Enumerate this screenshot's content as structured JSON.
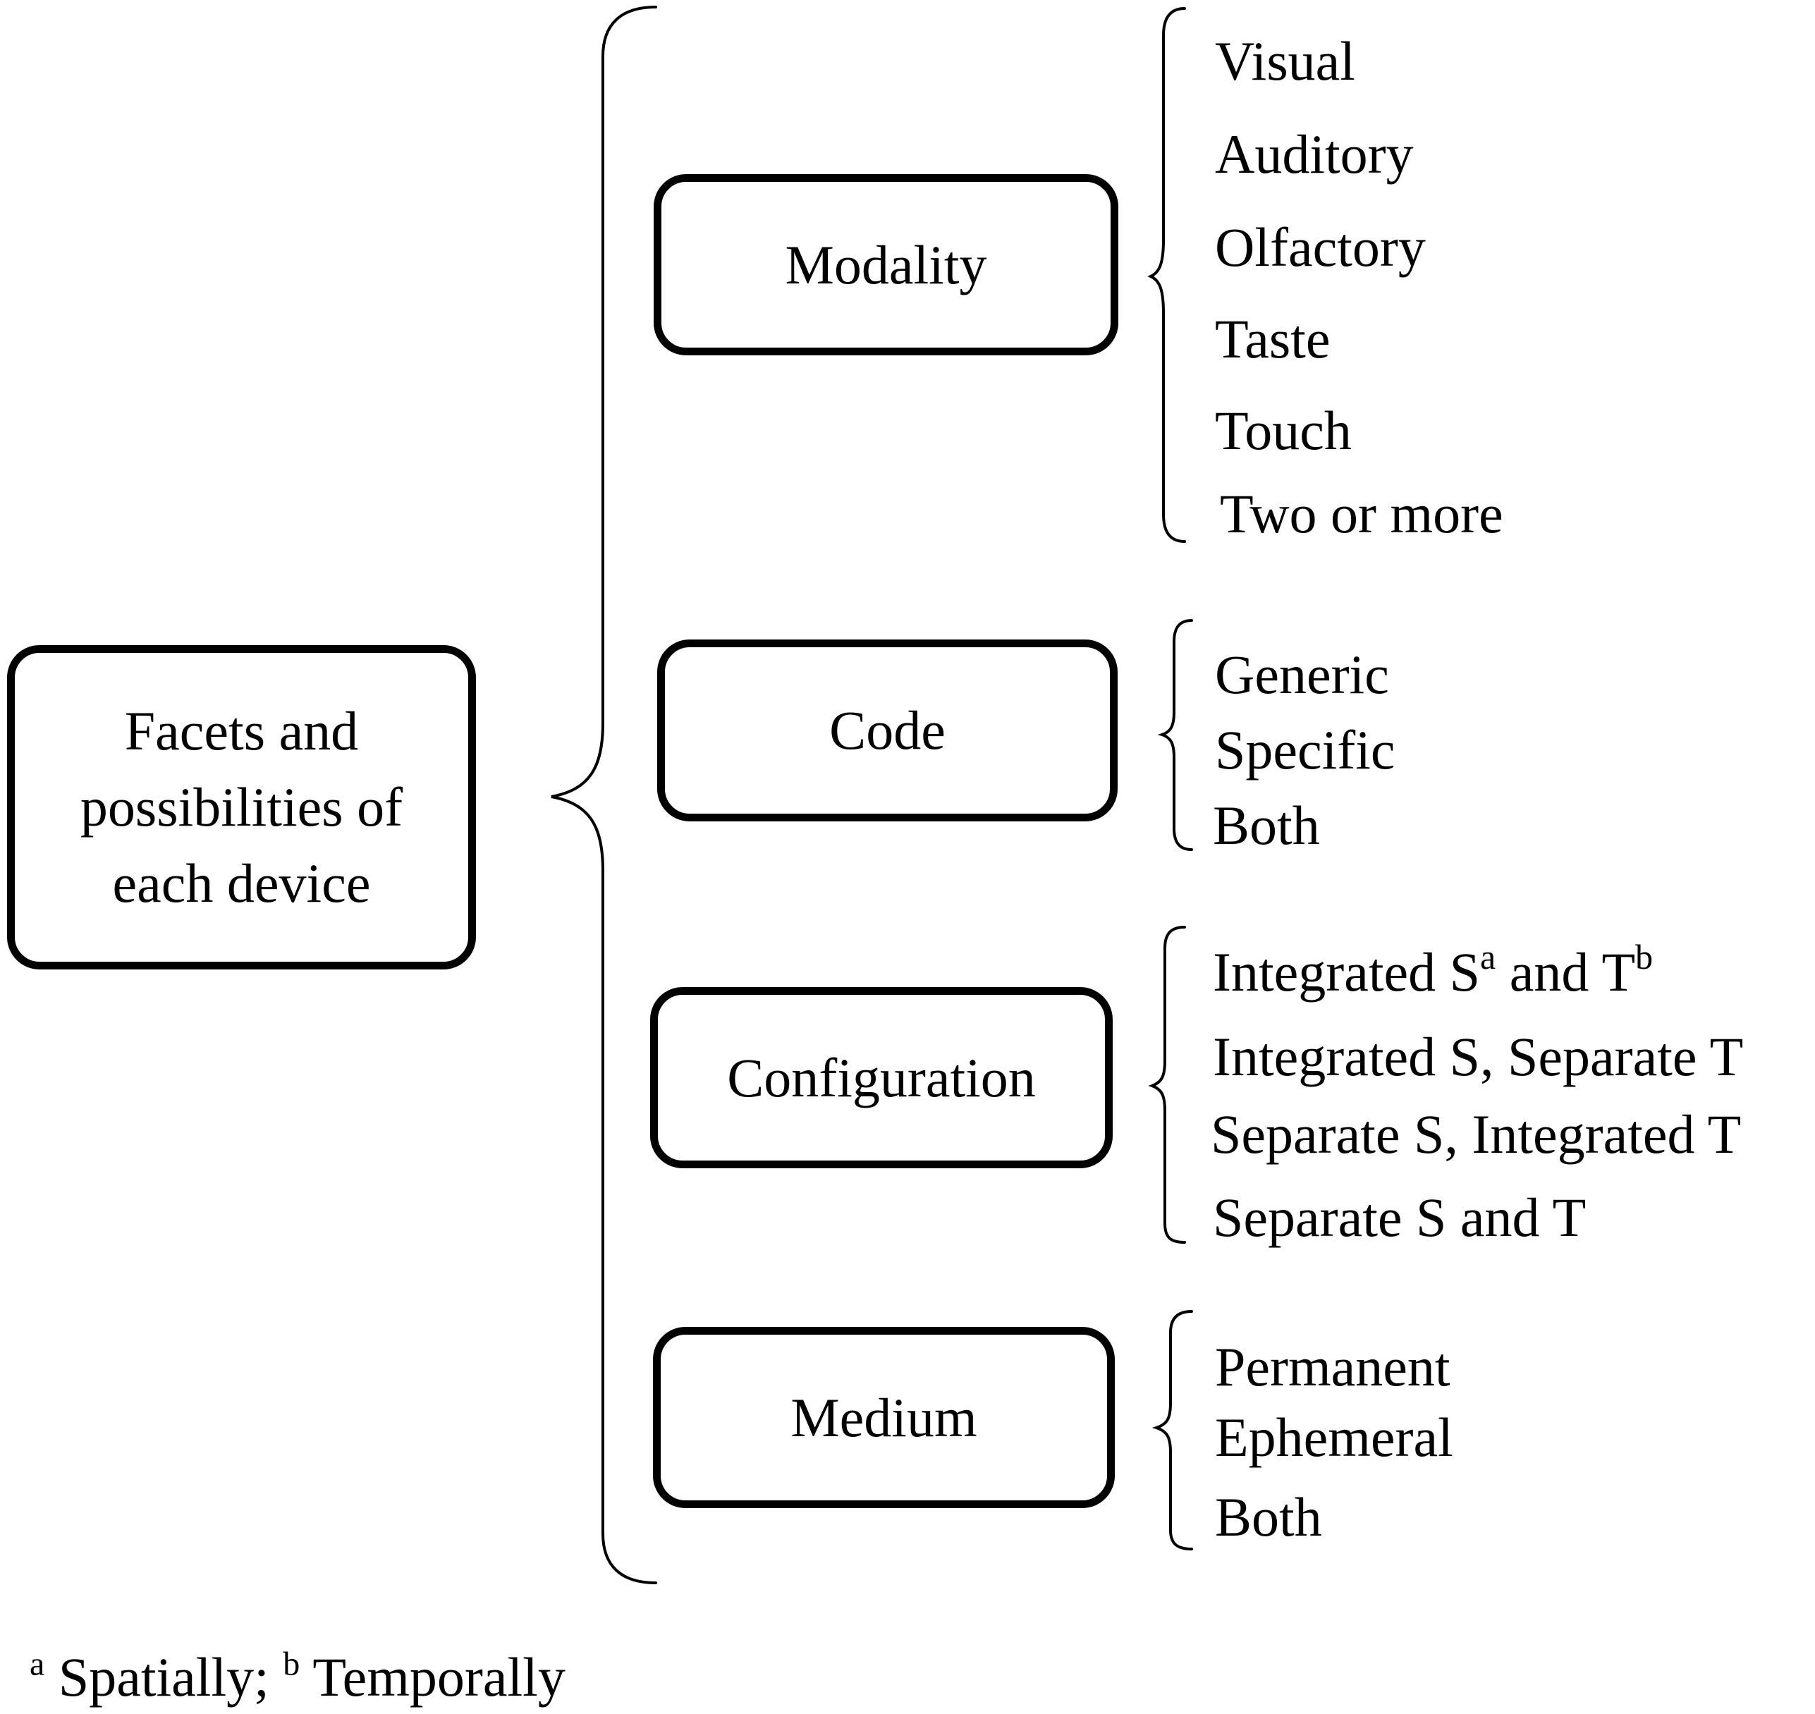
{
  "root": {
    "label": "Facets and\npossibilities of\neach device"
  },
  "facets": [
    {
      "label": "Modality",
      "options": [
        "Visual",
        "Auditory",
        "Olfactory",
        "Taste",
        "Touch",
        "Two or more"
      ]
    },
    {
      "label": "Code",
      "options": [
        "Generic",
        "Specific",
        "Both"
      ]
    },
    {
      "label": "Configuration",
      "options": [
        {
          "parts": [
            "Integrated  S",
            "a",
            " and T",
            "b"
          ]
        },
        "Integrated  S, Separate  T",
        "Separate  S, Integrated  T",
        "Separate  S and  T"
      ]
    },
    {
      "label": "Medium",
      "options": [
        "Permanent",
        "Ephemeral",
        "Both"
      ]
    }
  ],
  "footnote": {
    "a_mark": "a",
    "a_text": " Spatially;  ",
    "b_mark": "b",
    "b_text": " Temporally"
  }
}
